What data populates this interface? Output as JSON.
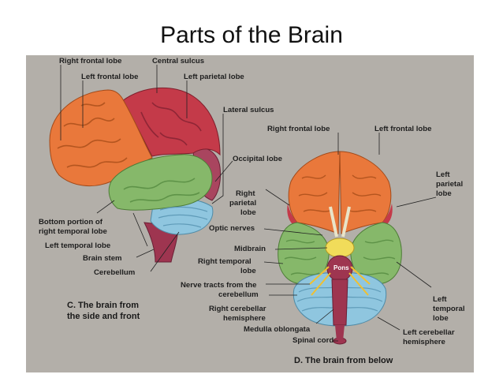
{
  "title": "Parts of the Brain",
  "colors": {
    "frontal": "#e9783b",
    "parietal": "#c43a49",
    "temporal": "#86b86a",
    "occipital": "#a9455f",
    "cerebellum": "#8fc6df",
    "brainstem": "#9e3550",
    "background": "#b3afa9"
  },
  "side_view": {
    "labels": {
      "right_frontal_lobe": "Right frontal lobe",
      "central_sulcus": "Central sulcus",
      "left_frontal_lobe": "Left frontal lobe",
      "left_parietal_lobe": "Left parietal lobe",
      "lateral_sulcus": "Lateral sulcus",
      "occipital_lobe": "Occipital lobe",
      "bottom_portion_1": "Bottom portion of",
      "bottom_portion_2": "right temporal lobe",
      "left_temporal_lobe": "Left temporal lobe",
      "brain_stem": "Brain stem",
      "cerebellum": "Cerebellum"
    },
    "caption": [
      "C. The brain from",
      "the side and front"
    ]
  },
  "bottom_view": {
    "labels": {
      "right_frontal_lobe": "Right frontal lobe",
      "left_frontal_lobe": "Left frontal lobe",
      "left_parietal_lobe": [
        "Left",
        "parietal",
        "lobe"
      ],
      "right_parietal_lobe": [
        "Right",
        "parietal",
        "lobe"
      ],
      "optic_nerves": "Optic nerves",
      "midbrain": "Midbrain",
      "right_temporal_lobe": [
        "Right temporal",
        "lobe"
      ],
      "pons": "Pons",
      "nerve_tracts": [
        "Nerve tracts from the",
        "cerebellum"
      ],
      "right_cerebellar_hemisphere": [
        "Right cerebellar",
        "hemisphere"
      ],
      "medulla_oblongata": "Medulla oblongata",
      "spinal_cord": "Spinal cord",
      "left_temporal_lobe": [
        "Left",
        "temporal",
        "lobe"
      ],
      "left_cerebellar_hemisphere": [
        "Left cerebellar",
        "hemisphere"
      ]
    },
    "caption": "D. The brain from below"
  }
}
